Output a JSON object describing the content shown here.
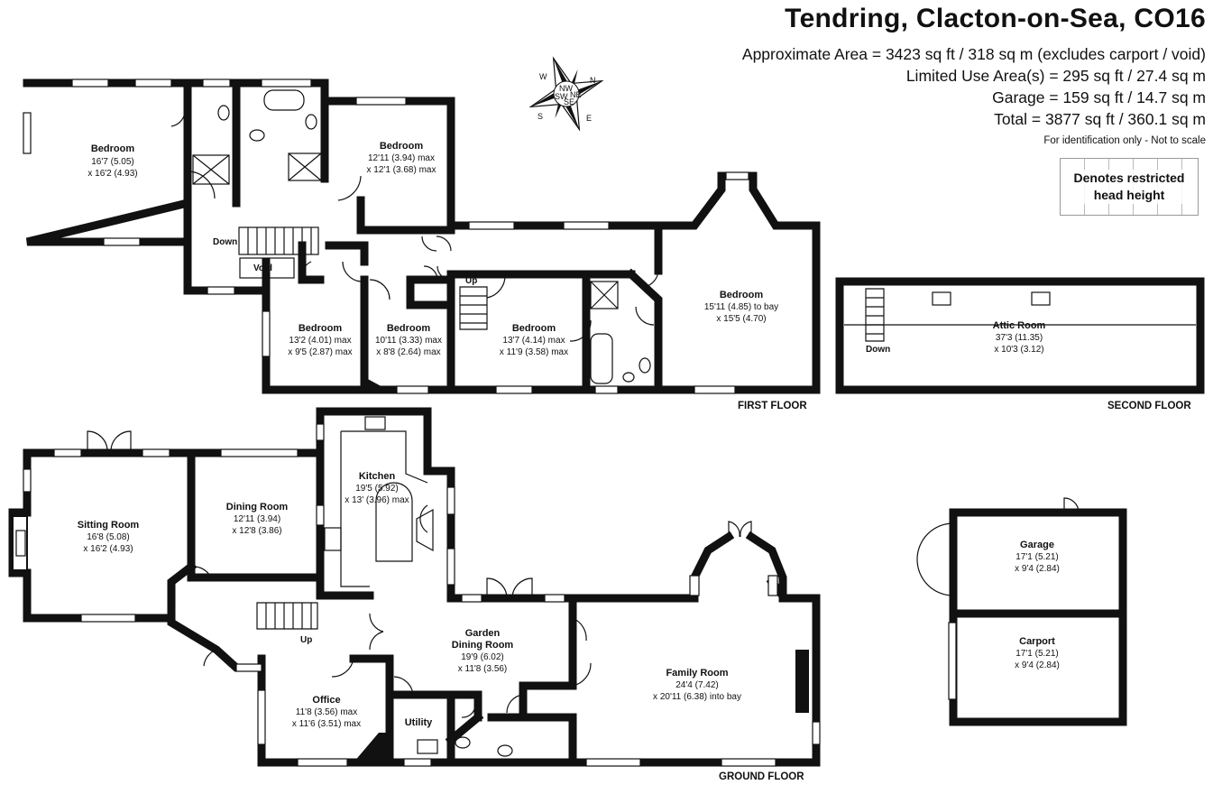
{
  "header": {
    "title": "Tendring, Clacton-on-Sea, CO16",
    "areas": [
      "Approximate Area = 3423 sq ft / 318 sq m (excludes carport / void)",
      "Limited Use Area(s) = 295 sq ft / 27.4 sq m",
      "Garage = 159 sq ft / 14.7 sq m",
      "Total = 3877 sq ft / 360.1 sq m"
    ],
    "note": "For identification only - Not to scale",
    "legend": "Denotes restricted head height"
  },
  "compass": {
    "labels": [
      "N",
      "E",
      "S",
      "W",
      "NW",
      "NE",
      "SE",
      "SW"
    ]
  },
  "floors": {
    "first": "FIRST FLOOR",
    "second": "SECOND FLOOR",
    "ground": "GROUND FLOOR"
  },
  "rooms": {
    "bed1": {
      "name": "Bedroom",
      "dim1": "16'7 (5.05)",
      "dim2": "x 16'2 (4.93)"
    },
    "bed2": {
      "name": "Bedroom",
      "dim1": "12'11 (3.94) max",
      "dim2": "x 12'1 (3.68) max"
    },
    "bed3": {
      "name": "Bedroom",
      "dim1": "13'2 (4.01) max",
      "dim2": "x 9'5 (2.87) max"
    },
    "bed4": {
      "name": "Bedroom",
      "dim1": "10'11 (3.33) max",
      "dim2": "x 8'8 (2.64) max"
    },
    "bed5": {
      "name": "Bedroom",
      "dim1": "13'7 (4.14) max",
      "dim2": "x 11'9 (3.58) max"
    },
    "bed6": {
      "name": "Bedroom",
      "dim1": "15'11 (4.85)  to bay",
      "dim2": "x 15'5 (4.70)"
    },
    "attic": {
      "name": "Attic Room",
      "dim1": "37'3 (11.35)",
      "dim2": "x 10'3 (3.12)"
    },
    "sitting": {
      "name": "Sitting Room",
      "dim1": "16'8 (5.08)",
      "dim2": "x 16'2 (4.93)"
    },
    "dining": {
      "name": "Dining Room",
      "dim1": "12'11 (3.94)",
      "dim2": "x 12'8 (3.86)"
    },
    "kitchen": {
      "name": "Kitchen",
      "dim1": "19'5 (5.92)",
      "dim2": "x 13' (3.96) max"
    },
    "garden": {
      "name1": "Garden",
      "name2": "Dining Room",
      "dim1": "19'9 (6.02)",
      "dim2": "x 11'8 (3.56)"
    },
    "family": {
      "name": "Family Room",
      "dim1": "24'4 (7.42)",
      "dim2": "x 20'11 (6.38) into bay"
    },
    "office": {
      "name": "Office",
      "dim1": "11'8 (3.56) max",
      "dim2": "x 11'6 (3.51) max"
    },
    "utility": {
      "name": "Utility"
    },
    "garage": {
      "name": "Garage",
      "dim1": "17'1 (5.21)",
      "dim2": "x 9'4 (2.84)"
    },
    "carport": {
      "name": "Carport",
      "dim1": "17'1 (5.21)",
      "dim2": "x 9'4 (2.84)"
    }
  },
  "labels": {
    "down1": "Down",
    "void": "Void",
    "up1": "Up",
    "down2": "Down",
    "up2": "Up"
  }
}
